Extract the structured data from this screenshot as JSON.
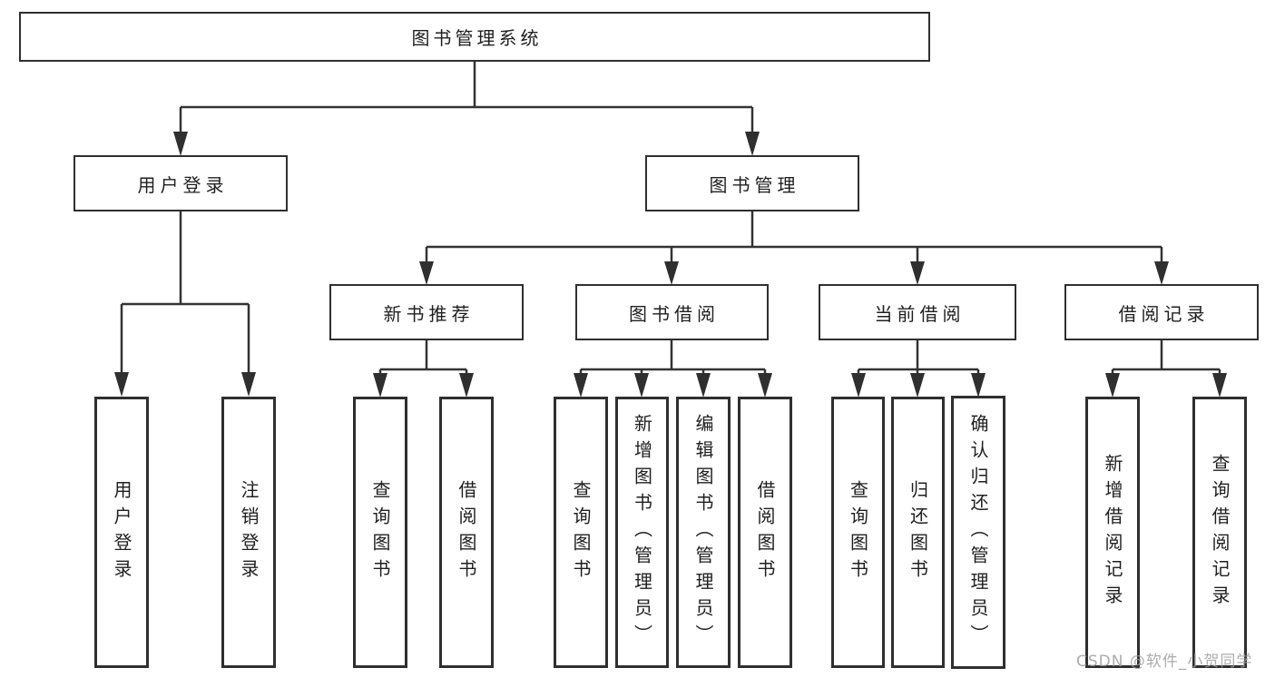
{
  "diagram": {
    "title": "图书管理系统",
    "root": {
      "label": "图书管理系统"
    },
    "branches": [
      {
        "label": "用户登录",
        "children": [
          {
            "label": "用户登录"
          },
          {
            "label": "注销登录"
          }
        ]
      },
      {
        "label": "图书管理",
        "children": [
          {
            "label": "新书推荐",
            "children": [
              {
                "label": "查询图书"
              },
              {
                "label": "借阅图书"
              }
            ]
          },
          {
            "label": "图书借阅",
            "children": [
              {
                "label": "查询图书"
              },
              {
                "label": "新增图书（管理员）"
              },
              {
                "label": "编辑图书（管理员）"
              },
              {
                "label": "借阅图书"
              }
            ]
          },
          {
            "label": "当前借阅",
            "children": [
              {
                "label": "查询图书"
              },
              {
                "label": "归还图书"
              },
              {
                "label": "确认归还（管理员）"
              }
            ]
          },
          {
            "label": "借阅记录",
            "children": [
              {
                "label": "新增借阅记录"
              },
              {
                "label": "查询借阅记录"
              }
            ]
          }
        ]
      }
    ]
  },
  "watermark": {
    "text": "CSDN @软件_小贺同学"
  },
  "colors": {
    "line": "#333333",
    "box_border": "#2f2f2f",
    "background": "#ffffff",
    "text": "#1f1f1f",
    "watermark": "#9e9e9e"
  }
}
